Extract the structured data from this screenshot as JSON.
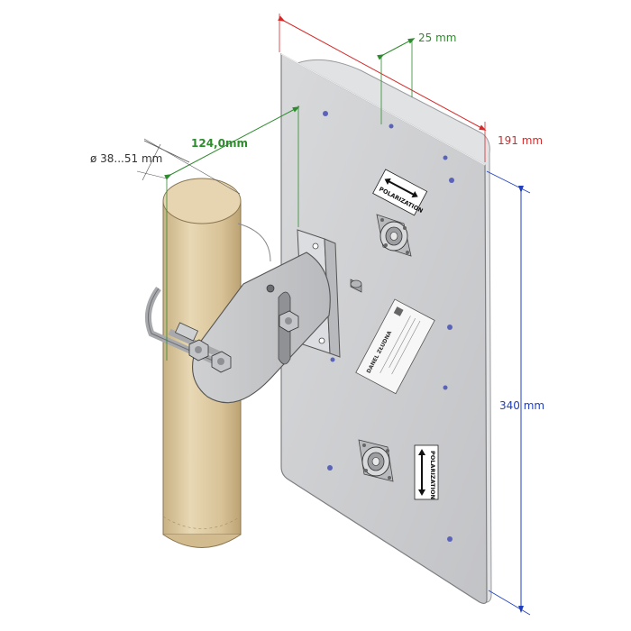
{
  "dimensions": {
    "connector_spacing": "25 mm",
    "depth": "191 mm",
    "bracket_offset": "124,0mm",
    "pole_diameter": "ø 38...51 mm",
    "height": "340 mm"
  },
  "labels": {
    "polarization_top": "POLARIZATION",
    "polarization_bottom": "POLARIZATION",
    "nameplate_brand": "DANEL ZŁUDNA"
  },
  "colors": {
    "depth_dim": "#d62a2a",
    "spacing_dim": "#2e8b2e",
    "height_dim": "#1f3fbf",
    "pole_dim": "#555555",
    "pole": "#dcc69b",
    "panel": "#c9cacc"
  }
}
